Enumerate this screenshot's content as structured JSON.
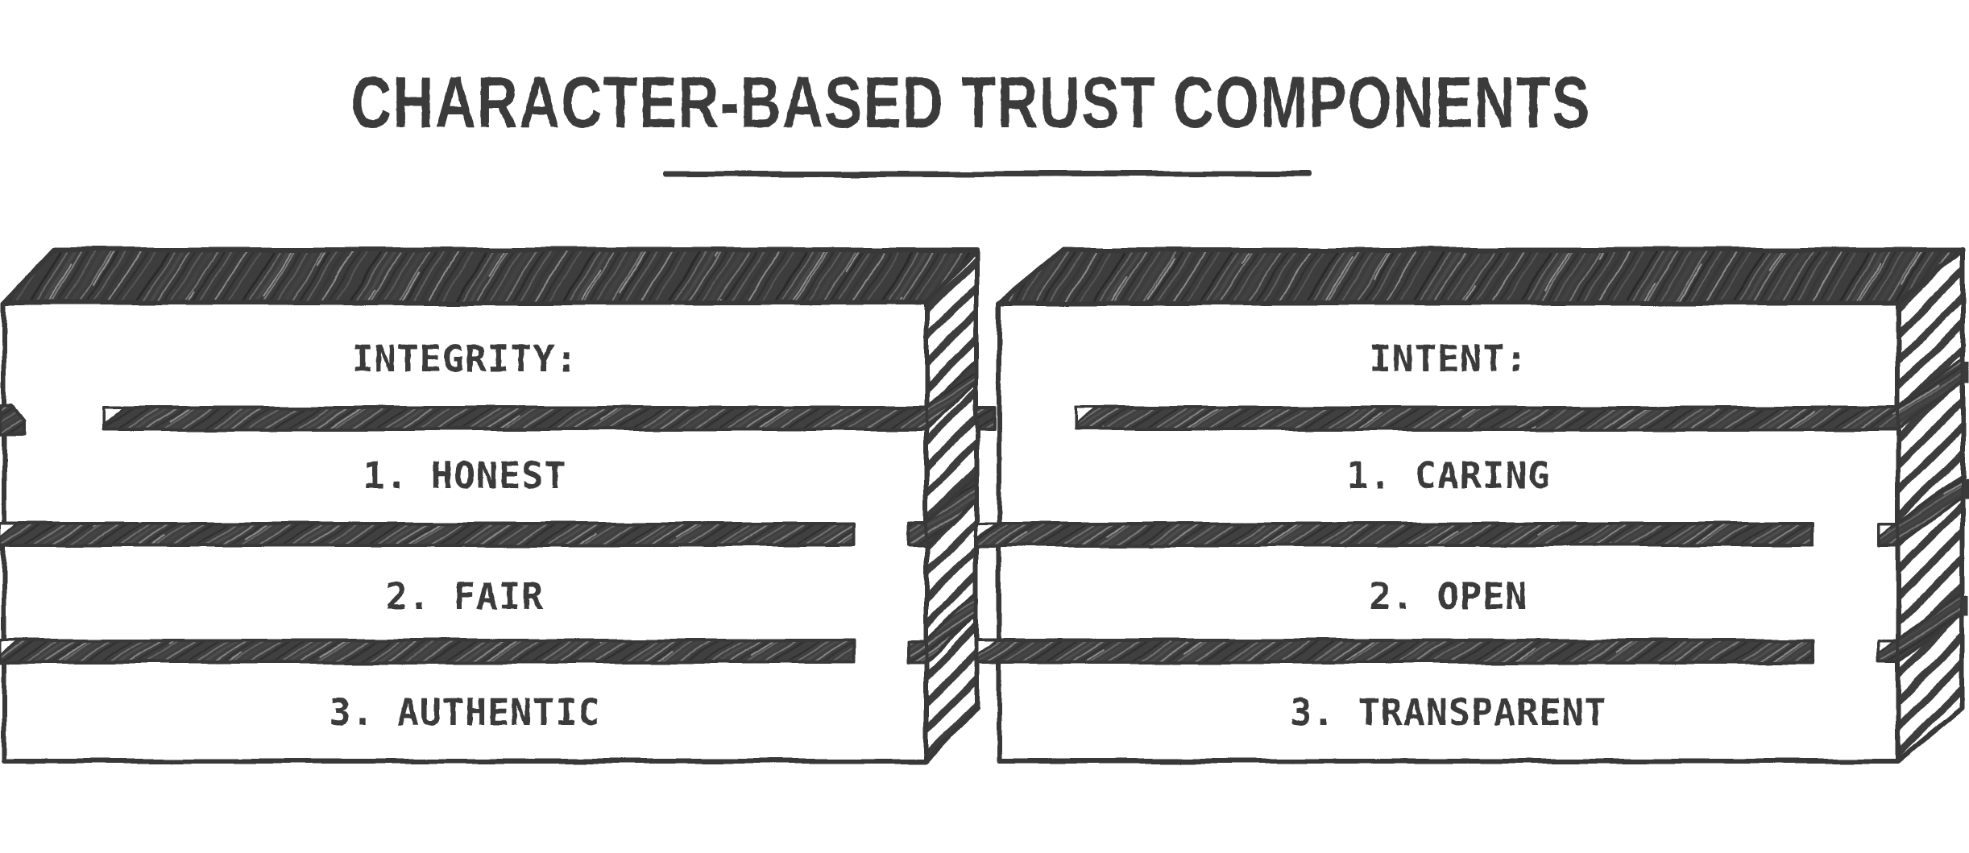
{
  "title": "CHARACTER-BASED TRUST COMPONENTS",
  "colors": {
    "ink": "#3b3b3b",
    "paper": "#ffffff"
  },
  "crates": [
    {
      "header": "INTEGRITY:",
      "items": [
        "1. HONEST",
        "2. FAIR",
        "3. AUTHENTIC"
      ]
    },
    {
      "header": "INTENT:",
      "items": [
        "1. CARING",
        "2. OPEN",
        "3. TRANSPARENT"
      ]
    }
  ]
}
